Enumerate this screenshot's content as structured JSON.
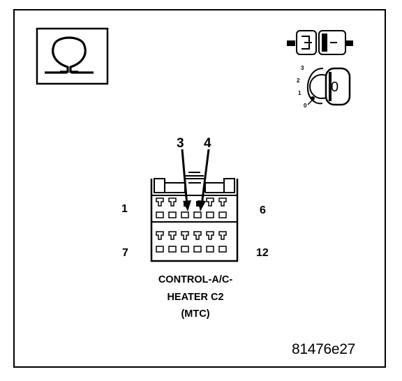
{
  "symbol": {
    "icon": "ohm-icon"
  },
  "connector_icon": {
    "icon": "connector-icon"
  },
  "ignition_icon": {
    "icon": "ignition-key-icon",
    "dial_positions": [
      "3",
      "2",
      "1",
      "0"
    ],
    "key_label": "0"
  },
  "connector": {
    "callouts": [
      "3",
      "4"
    ],
    "pin_labels": {
      "top_left": "1",
      "top_right": "6",
      "bottom_left": "7",
      "bottom_right": "12"
    },
    "caption_lines": [
      "CONTROL-A/C-",
      "HEATER C2",
      "(MTC)"
    ]
  },
  "figure_code": "81476e27"
}
